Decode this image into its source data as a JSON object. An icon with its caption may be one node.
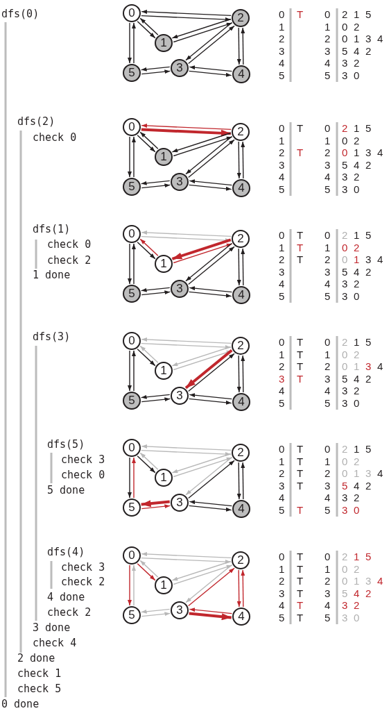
{
  "diagram": {
    "nodes": [
      {
        "text": [
          "0"
        ]
      },
      {
        "text": [
          "1"
        ]
      },
      {
        "text": [
          "2"
        ]
      },
      {
        "text": [
          "3"
        ]
      },
      {
        "text": [
          "4"
        ]
      },
      {
        "text": [
          "5"
        ]
      },
      {
        "text": [
          "0"
        ]
      },
      {
        "text": [
          "1"
        ]
      },
      {
        "text": [
          "2"
        ]
      },
      {
        "text": [
          "3"
        ]
      },
      {
        "text": [
          "4"
        ]
      },
      {
        "text": [
          "5"
        ]
      },
      {
        "text": [
          "0"
        ]
      },
      {
        "text": [
          "1"
        ]
      },
      {
        "text": [
          "2"
        ]
      },
      {
        "text": [
          "3"
        ]
      },
      {
        "text": [
          "4"
        ]
      },
      {
        "text": [
          "5"
        ]
      },
      {
        "text": [
          "0"
        ]
      },
      {
        "text": [
          "1"
        ]
      },
      {
        "text": [
          "2"
        ]
      },
      {
        "text": [
          "3"
        ]
      },
      {
        "text": [
          "4"
        ]
      },
      {
        "text": [
          "5"
        ]
      },
      {
        "text": [
          "0"
        ]
      },
      {
        "text": [
          "1"
        ]
      },
      {
        "text": [
          "2"
        ]
      },
      {
        "text": [
          "3"
        ]
      },
      {
        "text": [
          "4"
        ]
      },
      {
        "text": [
          "5"
        ]
      },
      {
        "text": [
          "0"
        ]
      },
      {
        "text": [
          "1"
        ]
      },
      {
        "text": [
          "2"
        ]
      },
      {
        "text": [
          "3"
        ]
      },
      {
        "text": [
          "4"
        ]
      },
      {
        "text": [
          "5"
        ]
      }
    ],
    "edges": [
      {
        "from": 0,
        "to": 2,
        "arrow": "to"
      },
      {
        "from": 2,
        "to": 0,
        "arrow": "to"
      },
      {
        "from": 0,
        "to": 1,
        "arrow": "to"
      },
      {
        "from": 1,
        "to": 0,
        "arrow": "to"
      },
      {
        "from": 0,
        "to": 5,
        "arrow": "to"
      },
      {
        "from": 5,
        "to": 0,
        "arrow": "to"
      },
      {
        "from": 2,
        "to": 1,
        "arrow": "to"
      },
      {
        "from": 1,
        "to": 2,
        "arrow": "to"
      },
      {
        "from": 2,
        "to": 3,
        "arrow": "to"
      },
      {
        "from": 3,
        "to": 2,
        "arrow": "to"
      },
      {
        "from": 2,
        "to": 4,
        "arrow": "to"
      },
      {
        "from": 4,
        "to": 2,
        "arrow": "to"
      },
      {
        "from": 3,
        "to": 5,
        "arrow": "to"
      },
      {
        "from": 5,
        "to": 3,
        "arrow": "to"
      },
      {
        "from": 3,
        "to": 4,
        "arrow": "to"
      },
      {
        "from": 4,
        "to": 3,
        "arrow": "to"
      },
      {
        "from": 6,
        "to": 8,
        "arrow": "to",
        "style": "thick",
        "color": "#c1272d"
      },
      {
        "from": 8,
        "to": 6,
        "arrow": "to",
        "color": "#c1272d"
      },
      {
        "from": 6,
        "to": 7,
        "arrow": "to"
      },
      {
        "from": 7,
        "to": 6,
        "arrow": "to"
      },
      {
        "from": 6,
        "to": 11,
        "arrow": "to"
      },
      {
        "from": 11,
        "to": 6,
        "arrow": "to"
      },
      {
        "from": 8,
        "to": 7,
        "arrow": "to"
      },
      {
        "from": 7,
        "to": 8,
        "arrow": "to"
      },
      {
        "from": 8,
        "to": 9,
        "arrow": "to"
      },
      {
        "from": 9,
        "to": 8,
        "arrow": "to"
      },
      {
        "from": 8,
        "to": 10,
        "arrow": "to"
      },
      {
        "from": 10,
        "to": 8,
        "arrow": "to"
      },
      {
        "from": 9,
        "to": 11,
        "arrow": "to"
      },
      {
        "from": 11,
        "to": 9,
        "arrow": "to"
      },
      {
        "from": 9,
        "to": 10,
        "arrow": "to"
      },
      {
        "from": 10,
        "to": 9,
        "arrow": "to"
      },
      {
        "from": 12,
        "to": 14,
        "arrow": "to",
        "color": "#b8b8b8"
      },
      {
        "from": 14,
        "to": 12,
        "arrow": "to",
        "color": "#b8b8b8"
      },
      {
        "from": 12,
        "to": 13,
        "arrow": "to"
      },
      {
        "from": 13,
        "to": 12,
        "arrow": "to",
        "color": "#c1272d"
      },
      {
        "from": 12,
        "to": 17,
        "arrow": "to"
      },
      {
        "from": 17,
        "to": 12,
        "arrow": "to"
      },
      {
        "from": 14,
        "to": 13,
        "arrow": "to",
        "style": "thick",
        "color": "#c1272d"
      },
      {
        "from": 13,
        "to": 14,
        "arrow": "to",
        "color": "#c1272d"
      },
      {
        "from": 14,
        "to": 15,
        "arrow": "to"
      },
      {
        "from": 15,
        "to": 14,
        "arrow": "to"
      },
      {
        "from": 14,
        "to": 16,
        "arrow": "to"
      },
      {
        "from": 16,
        "to": 14,
        "arrow": "to"
      },
      {
        "from": 15,
        "to": 17,
        "arrow": "to"
      },
      {
        "from": 17,
        "to": 15,
        "arrow": "to"
      },
      {
        "from": 15,
        "to": 16,
        "arrow": "to"
      },
      {
        "from": 16,
        "to": 15,
        "arrow": "to"
      },
      {
        "from": 18,
        "to": 20,
        "arrow": "to",
        "color": "#b8b8b8"
      },
      {
        "from": 20,
        "to": 18,
        "arrow": "to",
        "color": "#b8b8b8"
      },
      {
        "from": 18,
        "to": 19,
        "arrow": "to"
      },
      {
        "from": 19,
        "to": 18,
        "arrow": "to",
        "color": "#b8b8b8"
      },
      {
        "from": 18,
        "to": 23,
        "arrow": "to"
      },
      {
        "from": 23,
        "to": 18,
        "arrow": "to"
      },
      {
        "from": 20,
        "to": 19,
        "arrow": "to",
        "color": "#b8b8b8"
      },
      {
        "from": 19,
        "to": 20,
        "arrow": "to",
        "color": "#b8b8b8"
      },
      {
        "from": 20,
        "to": 21,
        "arrow": "to",
        "style": "thick",
        "color": "#c1272d"
      },
      {
        "from": 21,
        "to": 20,
        "arrow": "to"
      },
      {
        "from": 20,
        "to": 22,
        "arrow": "to"
      },
      {
        "from": 22,
        "to": 20,
        "arrow": "to"
      },
      {
        "from": 21,
        "to": 23,
        "arrow": "to"
      },
      {
        "from": 23,
        "to": 21,
        "arrow": "to"
      },
      {
        "from": 21,
        "to": 22,
        "arrow": "to"
      },
      {
        "from": 22,
        "to": 21,
        "arrow": "to"
      },
      {
        "from": 24,
        "to": 26,
        "arrow": "to",
        "color": "#b8b8b8"
      },
      {
        "from": 26,
        "to": 24,
        "arrow": "to",
        "color": "#b8b8b8"
      },
      {
        "from": 24,
        "to": 25,
        "arrow": "to"
      },
      {
        "from": 25,
        "to": 24,
        "arrow": "to",
        "color": "#b8b8b8"
      },
      {
        "from": 24,
        "to": 29,
        "arrow": "to"
      },
      {
        "from": 29,
        "to": 24,
        "arrow": "to",
        "color": "#c1272d"
      },
      {
        "from": 26,
        "to": 25,
        "arrow": "to",
        "color": "#b8b8b8"
      },
      {
        "from": 25,
        "to": 26,
        "arrow": "to",
        "color": "#b8b8b8"
      },
      {
        "from": 26,
        "to": 27,
        "arrow": "to",
        "color": "#b8b8b8"
      },
      {
        "from": 27,
        "to": 26,
        "arrow": "to"
      },
      {
        "from": 26,
        "to": 28,
        "arrow": "to"
      },
      {
        "from": 28,
        "to": 26,
        "arrow": "to"
      },
      {
        "from": 27,
        "to": 29,
        "arrow": "to",
        "style": "thick",
        "color": "#c1272d"
      },
      {
        "from": 29,
        "to": 27,
        "arrow": "to",
        "color": "#c1272d"
      },
      {
        "from": 27,
        "to": 28,
        "arrow": "to"
      },
      {
        "from": 28,
        "to": 27,
        "arrow": "to"
      },
      {
        "from": 30,
        "to": 32,
        "arrow": "to",
        "color": "#b8b8b8"
      },
      {
        "from": 32,
        "to": 30,
        "arrow": "to",
        "color": "#b8b8b8"
      },
      {
        "from": 30,
        "to": 31,
        "arrow": "to",
        "color": "#c1272d"
      },
      {
        "from": 31,
        "to": 30,
        "arrow": "to",
        "color": "#b8b8b8"
      },
      {
        "from": 30,
        "to": 35,
        "arrow": "to",
        "color": "#c1272d"
      },
      {
        "from": 35,
        "to": 30,
        "arrow": "to",
        "color": "#b8b8b8"
      },
      {
        "from": 32,
        "to": 31,
        "arrow": "to",
        "color": "#b8b8b8"
      },
      {
        "from": 31,
        "to": 32,
        "arrow": "to",
        "color": "#b8b8b8"
      },
      {
        "from": 32,
        "to": 33,
        "arrow": "to",
        "color": "#b8b8b8"
      },
      {
        "from": 33,
        "to": 32,
        "arrow": "to",
        "color": "#c1272d"
      },
      {
        "from": 32,
        "to": 34,
        "arrow": "to",
        "color": "#c1272d"
      },
      {
        "from": 34,
        "to": 32,
        "arrow": "to",
        "color": "#c1272d"
      },
      {
        "from": 33,
        "to": 35,
        "arrow": "to",
        "color": "#b8b8b8"
      },
      {
        "from": 35,
        "to": 33,
        "arrow": "to",
        "color": "#b8b8b8"
      },
      {
        "from": 33,
        "to": 34,
        "arrow": "to",
        "style": "thick",
        "color": "#c1272d"
      },
      {
        "from": 34,
        "to": 33,
        "arrow": "to",
        "color": "#c1272d"
      }
    ],
    "labels": [
      "dfs(0)",
      "0",
      "T",
      "0",
      "2",
      "1",
      "5",
      "1",
      "1",
      "0",
      "2",
      "2",
      "2",
      "0",
      "1",
      "3",
      "4",
      "3",
      "3",
      "5",
      "4",
      "2",
      "4",
      "4",
      "3",
      "2",
      "5",
      "5",
      "3",
      "0",
      "dfs(2)",
      "check 0",
      "0",
      "T",
      "0",
      "2",
      "1",
      "5",
      "1",
      "1",
      "0",
      "2",
      "2",
      "T",
      "2",
      "0",
      "1",
      "3",
      "4",
      "3",
      "3",
      "5",
      "4",
      "2",
      "4",
      "4",
      "3",
      "2",
      "5",
      "5",
      "3",
      "0",
      "dfs(1)",
      "check 0",
      "check 2",
      "1 done",
      "0",
      "T",
      "0",
      "2",
      "1",
      "5",
      "1",
      "T",
      "1",
      "0",
      "2",
      "2",
      "T",
      "2",
      "0",
      "1",
      "3",
      "4",
      "3",
      "3",
      "5",
      "4",
      "2",
      "4",
      "4",
      "3",
      "2",
      "5",
      "5",
      "3",
      "0",
      "dfs(3)",
      "0",
      "T",
      "0",
      "2",
      "1",
      "5",
      "1",
      "T",
      "1",
      "0",
      "2",
      "2",
      "T",
      "2",
      "0",
      "1",
      "3",
      "4",
      "3",
      "T",
      "3",
      "5",
      "4",
      "2",
      "4",
      "4",
      "3",
      "2",
      "5",
      "5",
      "3",
      "0",
      "dfs(5)",
      "check 3",
      "check 0",
      "5 done",
      "0",
      "T",
      "0",
      "2",
      "1",
      "5",
      "1",
      "T",
      "1",
      "0",
      "2",
      "2",
      "T",
      "2",
      "0",
      "1",
      "3",
      "4",
      "3",
      "T",
      "3",
      "5",
      "4",
      "2",
      "4",
      "4",
      "3",
      "2",
      "5",
      "T",
      "5",
      "3",
      "0",
      "dfs(4)",
      "check 3",
      "check 2",
      "4 done",
      "check 2",
      "0",
      "T",
      "0",
      "2",
      "1",
      "5",
      "1",
      "T",
      "1",
      "0",
      "2",
      "2",
      "T",
      "2",
      "0",
      "1",
      "3",
      "4",
      "3",
      "T",
      "3",
      "5",
      "4",
      "2",
      "4",
      "T",
      "4",
      "3",
      "2",
      "5",
      "T",
      "5",
      "3",
      "0",
      "3 done",
      "check 4",
      "2 done",
      "check 1",
      "check 5",
      "0 done"
    ]
  }
}
